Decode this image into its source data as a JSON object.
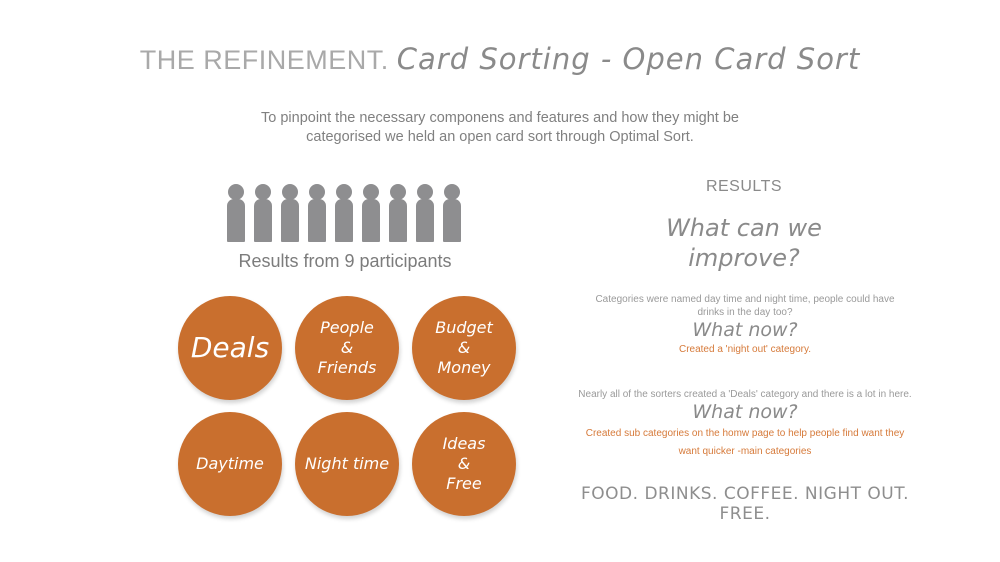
{
  "header": {
    "title_prefix": "THE REFINEMENT.",
    "title_main": "Card Sorting - Open Card Sort",
    "intro_line1": "To pinpoint the necessary componens and features and how they might be",
    "intro_line2": "categorised we held an open card sort through Optimal Sort."
  },
  "participants": {
    "count": 9,
    "icon": "person-icon",
    "label": "Results from 9 participants"
  },
  "categories": [
    {
      "label": "Deals",
      "big": true
    },
    {
      "label": "People\n&\nFriends",
      "big": false
    },
    {
      "label": "Budget\n&\nMoney",
      "big": false
    },
    {
      "label": "Daytime",
      "big": false
    },
    {
      "label": "Night time",
      "big": false
    },
    {
      "label": "Ideas\n&\nFree",
      "big": false
    }
  ],
  "results": {
    "label": "RESULTS",
    "heading_line1": "What can we",
    "heading_line2": "improve?",
    "findings": [
      {
        "note_line1": "Categories were named day time and night time, people could have",
        "note_line2": "drinks in the day too?",
        "what_now": "What now?",
        "action_line1": "Created a 'night out' category.",
        "action_line2": ""
      },
      {
        "note_line1": "Nearly all of the sorters created a 'Deals' category and there is a lot in here.",
        "note_line2": "",
        "what_now": "What now?",
        "action_line1": "Created sub categories on the homw page to help people find want they",
        "action_line2": "want quicker -main categories"
      }
    ],
    "main_categories": "FOOD. DRINKS. COFFEE. NIGHT OUT.  FREE."
  },
  "colors": {
    "accent_orange": "#c96f2e",
    "action_text_orange": "#d67a3a",
    "gray_text": "#8a8a8a",
    "person_gray": "#8e8e90"
  }
}
